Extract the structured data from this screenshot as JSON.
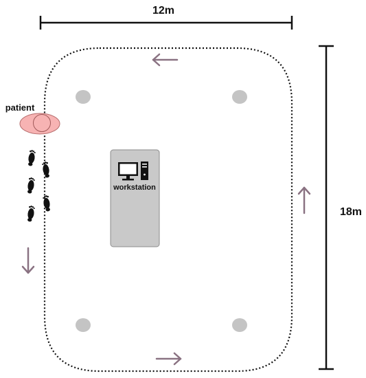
{
  "labels": {
    "width": "12m",
    "height": "18m",
    "patient": "patient",
    "workstation": "workstation"
  },
  "colors": {
    "path": "#111111",
    "arrow": "#8a7282",
    "pillar": "#c4c4c4",
    "workstation_fill": "#c9c9c9",
    "patient_fill": "#f7b3b3",
    "dimension": "#111111"
  },
  "icons": {
    "computer": "computer-icon",
    "footprint": "footprint-icon",
    "direction": "arrow-icon"
  }
}
